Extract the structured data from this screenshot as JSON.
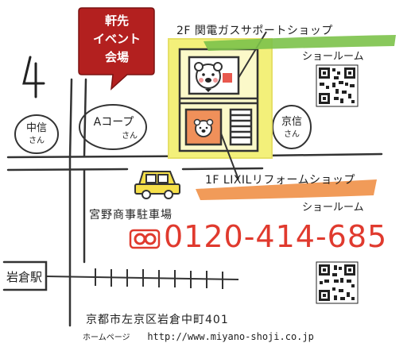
{
  "event_sign": {
    "line1": "軒先",
    "line2": "イベント",
    "line3": "会場"
  },
  "north_marker": "N",
  "stores": {
    "nakashin": {
      "line1": "中信",
      "line2": "さん"
    },
    "a_coop": {
      "line1": "Aコープ",
      "line2": "さん"
    },
    "kyoshin": {
      "line1": "京信",
      "line2": "さん"
    }
  },
  "floors": {
    "second": {
      "label": "2F 関電ガスサポートショップ",
      "sub": "ショールーム"
    },
    "first": {
      "label": "1F LIXILリフォームショップ",
      "sub": "ショールーム"
    }
  },
  "parking": {
    "label": "宮野商事駐車場"
  },
  "station": {
    "label": "岩倉駅"
  },
  "phone": {
    "icon_text": "ꝏ",
    "number": "0120-414-685"
  },
  "address": "京都市左京区岩倉中町401",
  "homepage": {
    "label": "ホームページ",
    "url": "http://www.miyano-shoji.co.jp"
  },
  "colors": {
    "event_red": "#b3201f",
    "highlight_yellow": "#f3f07a",
    "green_stroke": "#7cc24a",
    "orange_stroke": "#ef8a3c",
    "phone_red": "#e03a2e"
  }
}
